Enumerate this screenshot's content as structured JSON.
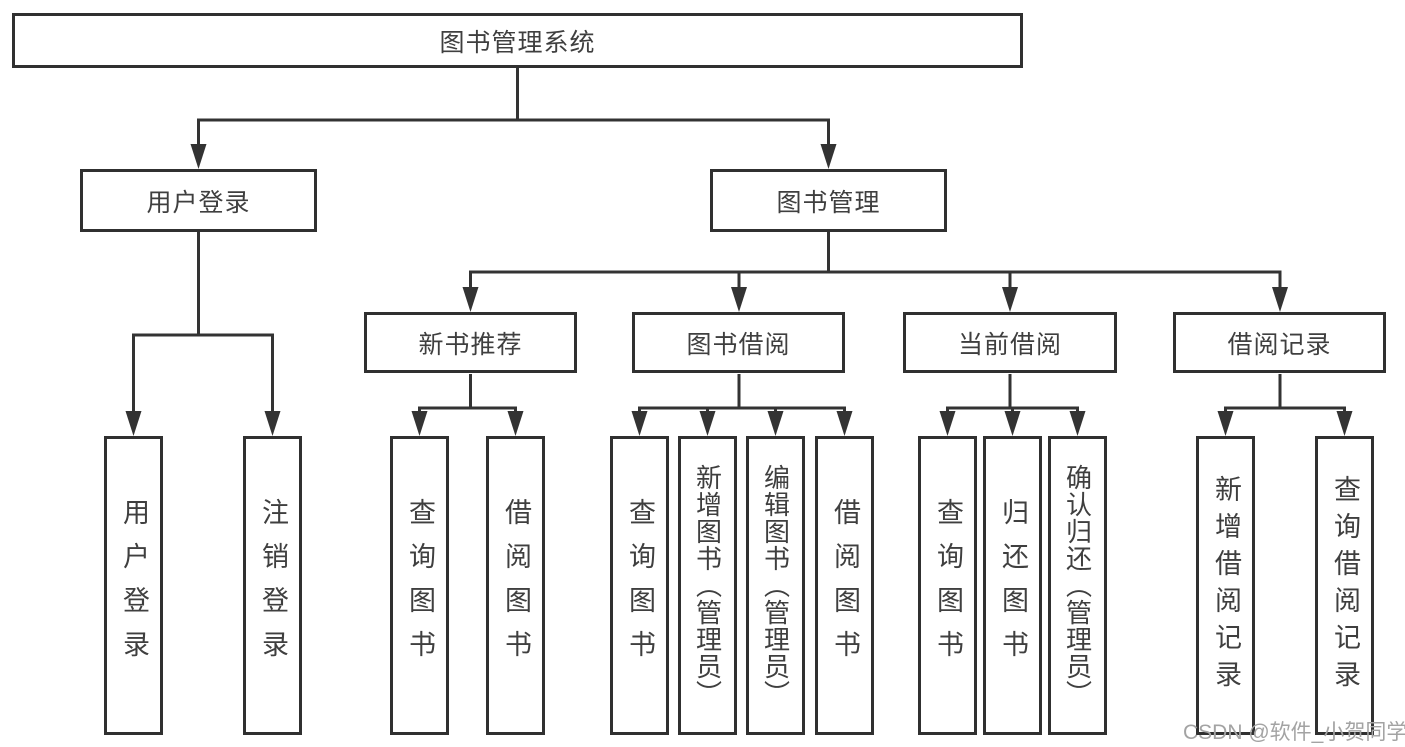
{
  "tree": {
    "root": {
      "label": "图书管理系统",
      "children": [
        {
          "label": "用户登录",
          "children": [
            {
              "label": "用户登录"
            },
            {
              "label": "注销登录"
            }
          ]
        },
        {
          "label": "图书管理",
          "children": [
            {
              "label": "新书推荐",
              "children": [
                {
                  "label": "查询图书"
                },
                {
                  "label": "借阅图书"
                }
              ]
            },
            {
              "label": "图书借阅",
              "children": [
                {
                  "label": "查询图书"
                },
                {
                  "label": "新增图书（管理员）"
                },
                {
                  "label": "编辑图书（管理员）"
                },
                {
                  "label": "借阅图书"
                }
              ]
            },
            {
              "label": "当前借阅",
              "children": [
                {
                  "label": "查询图书"
                },
                {
                  "label": "归还图书"
                },
                {
                  "label": "确认归还（管理员）"
                }
              ]
            },
            {
              "label": "借阅记录",
              "children": [
                {
                  "label": "新增借阅记录"
                },
                {
                  "label": "查询借阅记录"
                }
              ]
            }
          ]
        }
      ]
    }
  },
  "watermark": "CSDN @软件_小贺同学",
  "colors": {
    "line": "#333333",
    "border": "#303030",
    "text": "#3f3f3f",
    "watermark": "#a3a3a3",
    "background": "#ffffff"
  }
}
